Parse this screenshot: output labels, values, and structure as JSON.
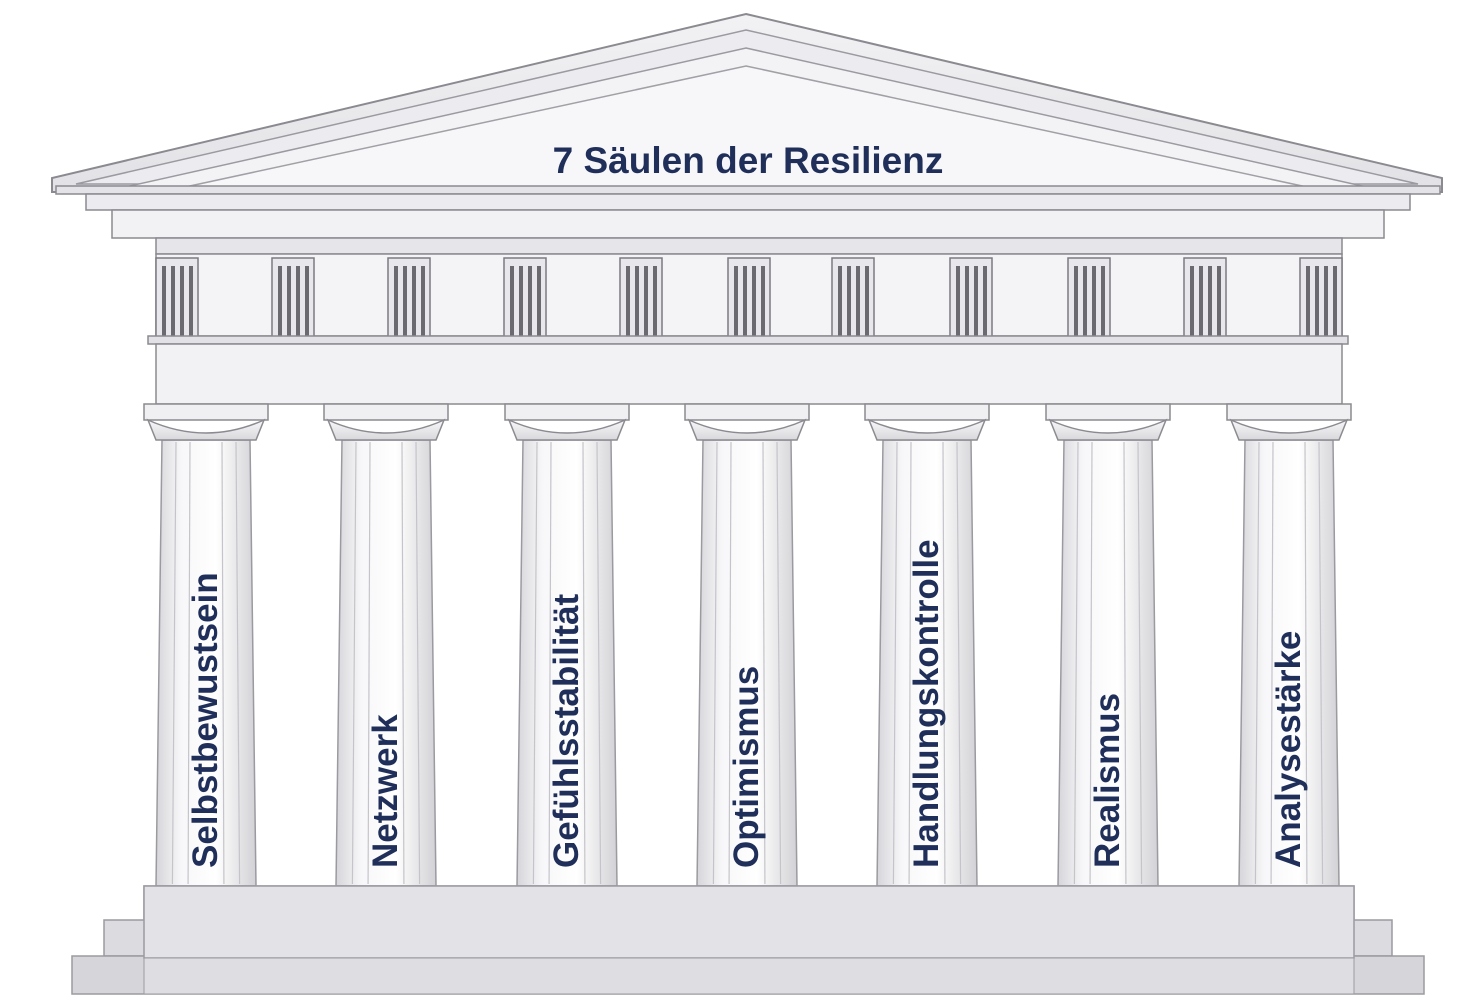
{
  "title": "7 Säulen der Resilienz",
  "pillars": [
    {
      "label": "Selbstbewustsein"
    },
    {
      "label": "Netzwerk"
    },
    {
      "label": "Gefühlsstabilität"
    },
    {
      "label": "Optimismus"
    },
    {
      "label": "Handlungskontrolle"
    },
    {
      "label": "Realismus"
    },
    {
      "label": "Analysestärke"
    }
  ],
  "colors": {
    "text": "#1f2f59",
    "stone_light": "#f4f4f6",
    "stone_mid": "#dcdce0",
    "outline": "#8a8a90"
  }
}
